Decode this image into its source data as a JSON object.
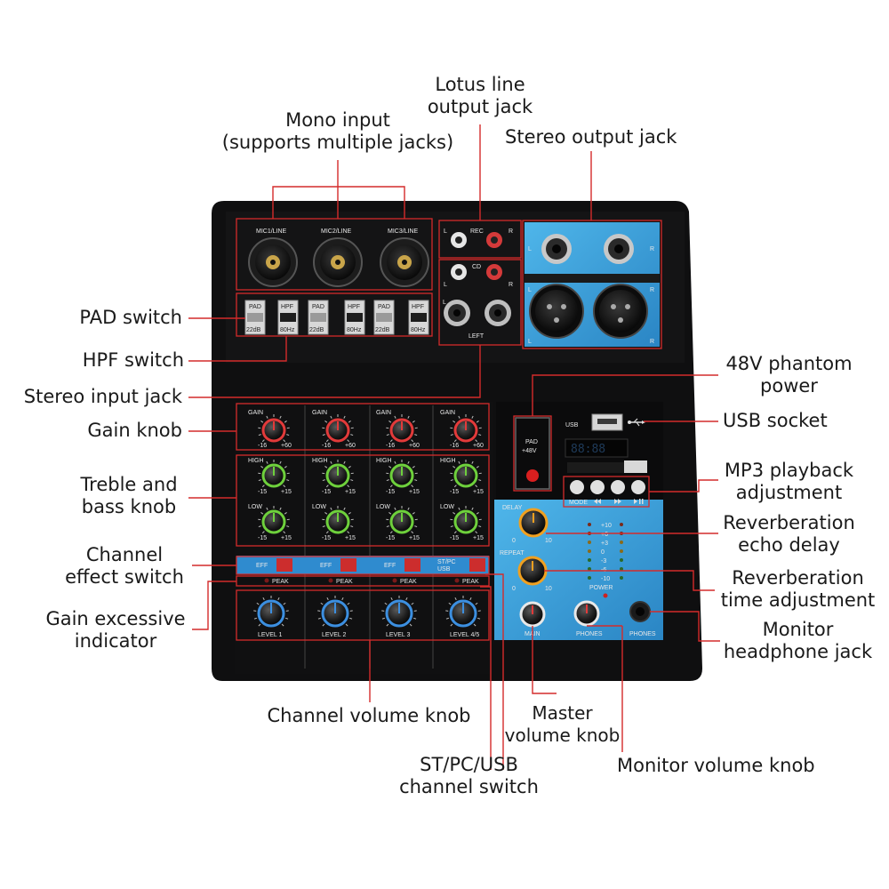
{
  "callouts": {
    "lotus_line": [
      "Lotus line",
      "output jack"
    ],
    "mono_input": [
      "Mono input",
      "(supports multiple jacks)"
    ],
    "stereo_output": [
      "Stereo output jack"
    ],
    "pad_switch": [
      "PAD switch"
    ],
    "hpf_switch": [
      "HPF switch"
    ],
    "stereo_input": [
      "Stereo input jack"
    ],
    "gain_knob": [
      "Gain knob"
    ],
    "treble_bass": [
      "Treble and",
      "bass knob"
    ],
    "channel_effect": [
      "Channel",
      "effect switch"
    ],
    "gain_excessive": [
      "Gain excessive",
      "indicator"
    ],
    "phantom": [
      "48V phantom",
      "power"
    ],
    "usb_socket": [
      "USB socket"
    ],
    "mp3": [
      "MP3 playback",
      "adjustment"
    ],
    "reverb_delay": [
      "Reverberation",
      "echo delay"
    ],
    "reverb_time": [
      "Reverberation",
      "time adjustment"
    ],
    "monitor_jack": [
      "Monitor",
      "headphone jack"
    ],
    "channel_volume": [
      "Channel volume knob"
    ],
    "master_volume": [
      "Master",
      "volume knob"
    ],
    "st_pc_usb": [
      "ST/PC/USB",
      "channel switch"
    ],
    "monitor_volume": [
      "Monitor volume knob"
    ]
  },
  "panel": {
    "mic_labels": [
      "MIC1/LINE",
      "MIC2/LINE",
      "MIC3/LINE"
    ],
    "pad_label": "PAD",
    "pad_value": "22dB",
    "hpf_label": "HPF",
    "hpf_value": "80Hz",
    "rec_label": "REC",
    "cd_label": "CD",
    "left_label": "LEFT",
    "l": "L",
    "r": "R",
    "gain": "GAIN",
    "high": "HIGH",
    "low": "LOW",
    "gain_min": "-16",
    "gain_max": "+60",
    "eq_min": "-15",
    "eq_max": "+15",
    "eff": "EFF",
    "st_pc": "ST/PC",
    "usb_small": "USB",
    "peak": "PEAK",
    "levels": [
      "LEVEL 1",
      "LEVEL 2",
      "LEVEL 3",
      "LEVEL 4/5"
    ],
    "usb": "USB",
    "pad48_top": "PAD",
    "pad48_bottom": "+48V",
    "mp3_mode": "MODE",
    "delay": "DELAY",
    "repeat": "REPEAT",
    "knob_min": "0",
    "knob_max": "10",
    "meter": [
      "+10",
      "+6",
      "+3",
      "0",
      "-3",
      "-6",
      "-10"
    ],
    "power": "POWER",
    "main": "MAIN",
    "phones": "PHONES"
  },
  "colors": {
    "panel": "#111111",
    "accent_blue": "#3aa0dc",
    "callout_red": "#d42b2b",
    "knob_red": "#e23a3a",
    "knob_green": "#6ed03c",
    "knob_blue": "#3c8fe0",
    "knob_orange": "#f0a020"
  },
  "icons": [
    "usb-icon",
    "previous-icon",
    "next-icon",
    "play-pause-icon"
  ]
}
